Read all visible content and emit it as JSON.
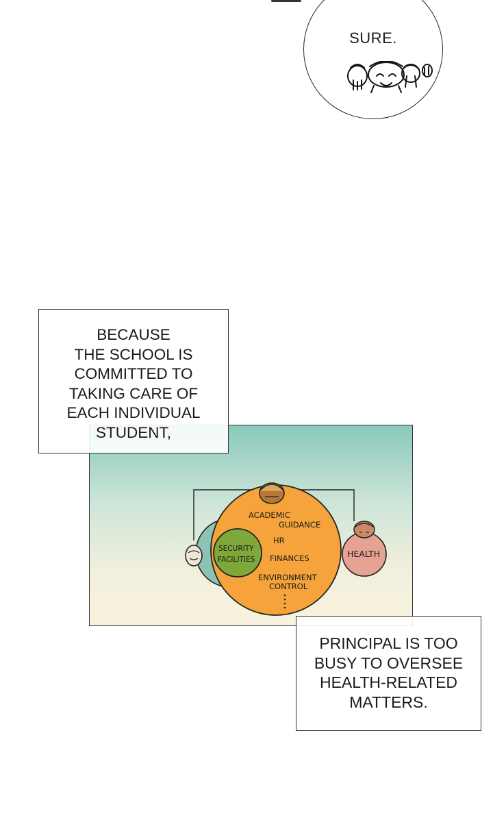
{
  "bubble": {
    "text": "SURE."
  },
  "caption_top": {
    "lines": [
      "BECAUSE",
      "THE SCHOOL IS",
      "COMMITTED TO",
      "TAKING CARE OF",
      "EACH INDIVIDUAL",
      "STUDENT,"
    ]
  },
  "caption_bottom": {
    "lines": [
      "PRINCIPAL IS TOO",
      "BUSY TO OVERSEE",
      "HEALTH-RELATED",
      "MATTERS."
    ]
  },
  "diagram": {
    "academic": "ACADEMIC",
    "guidance": "GUIDANCE",
    "hr": "HR",
    "finances": "FINANCES",
    "environment": "ENVIRONMENT",
    "control": "CONTROL",
    "security": "SECURITY",
    "facilities": "FACILITIES",
    "health": "HEALTH",
    "colors": {
      "main_circle": "#f5a33a",
      "security_circle": "#7fa83a",
      "left_circle": "#8cc3b4",
      "health_circle": "#e6a394"
    }
  }
}
